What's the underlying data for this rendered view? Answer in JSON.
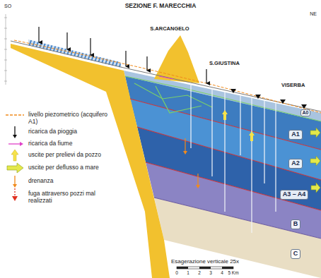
{
  "diagram": {
    "title": "SEZIONE F. MARECCHIA",
    "nodes": [
      {
        "text": [
          "A0"
        ]
      },
      {
        "text": [
          "A1"
        ]
      },
      {
        "text": [
          "A2"
        ]
      },
      {
        "text": [
          "A3 – A4"
        ]
      },
      {
        "text": [
          "B"
        ]
      },
      {
        "text": [
          "C"
        ]
      }
    ],
    "edges": [],
    "labels": [
      "SO",
      "NE",
      "S.ARCANGELO",
      "S.GIUSTINA",
      "VISERBA",
      "Esagerazione verticale 25x",
      "0",
      "1",
      "2",
      "3",
      "4",
      "5 Km"
    ],
    "legend": [
      {
        "text": "livello piezometrico (acquifero A1)"
      },
      {
        "text": "ricarica da pioggia"
      },
      {
        "text": "ricarica da fiume"
      },
      {
        "text": "uscite per prelievi da pozzo"
      },
      {
        "text": "uscite per deflusso a mare"
      },
      {
        "text": "drenanza"
      },
      {
        "text": "fuga attraverso pozzi mal realizzati"
      }
    ]
  }
}
